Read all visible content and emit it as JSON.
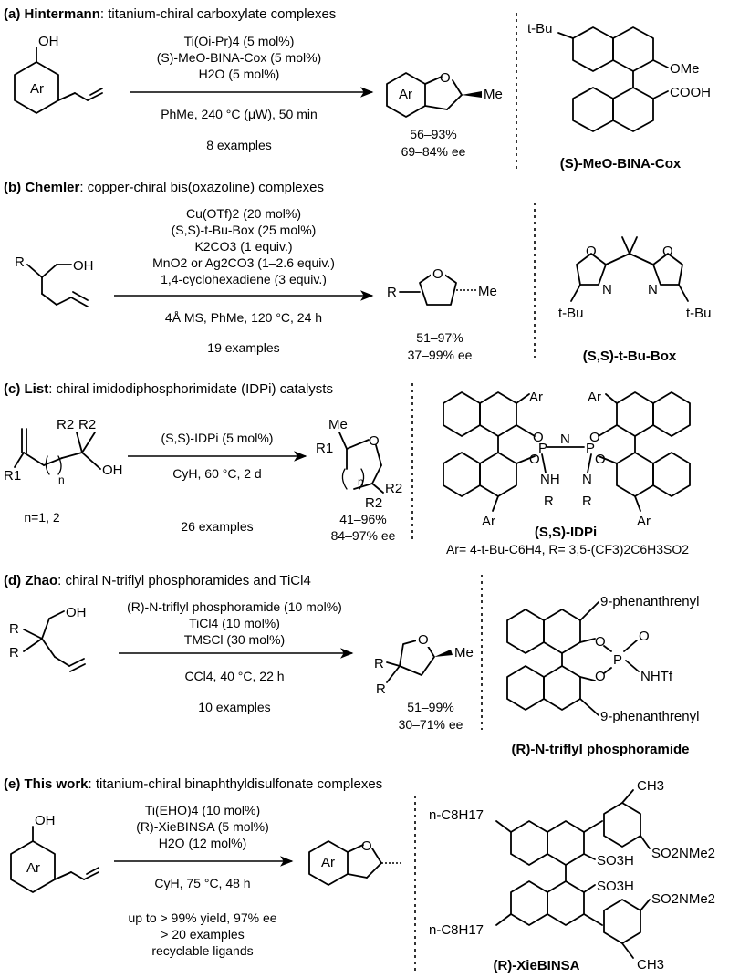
{
  "sections": {
    "a": {
      "letter": "(a)",
      "author": "Hintermann",
      "subtitle": ": titanium-chiral carboxylate complexes",
      "cond1": "Ti(Oi-Pr)4 (5 mol%)",
      "cond2": "(S)-MeO-BINA-Cox (5 mol%)",
      "cond3": "H2O (5 mol%)",
      "cond4": "PhMe, 240 °C (μW), 50 min",
      "examples": "8 examples",
      "yield": "56–93%",
      "ee": "69–84% ee",
      "sm_ar": "Ar",
      "sm_oh": "OH",
      "pd_ar": "Ar",
      "pd_o": "O",
      "pd_me": "Me",
      "cat_tbu": "t-Bu",
      "cat_ome": "OMe",
      "cat_cooh": "COOH",
      "cat_name": "(S)-MeO-BINA-Cox"
    },
    "b": {
      "letter": "(b)",
      "author": "Chemler",
      "subtitle": ": copper-chiral bis(oxazoline) complexes",
      "cond1": "Cu(OTf)2 (20 mol%)",
      "cond2": "(S,S)-t-Bu-Box (25 mol%)",
      "cond3": "K2CO3 (1 equiv.)",
      "cond4": "MnO2 or Ag2CO3 (1–2.6 equiv.)",
      "cond5": "1,4-cyclohexadiene (3 equiv.)",
      "cond6": "4Å MS, PhMe, 120 °C, 24 h",
      "examples": "19 examples",
      "yield": "51–97%",
      "ee": "37–99% ee",
      "sm_r": "R",
      "sm_oh": "OH",
      "pd_r": "R",
      "pd_o": "O",
      "pd_me": "Me",
      "cat_o1": "O",
      "cat_o2": "O",
      "cat_n1": "N",
      "cat_n2": "N",
      "cat_tbu1": "t-Bu",
      "cat_tbu2": "t-Bu",
      "cat_name": "(S,S)-t-Bu-Box"
    },
    "c": {
      "letter": "(c)",
      "author": "List",
      "subtitle": ": chiral imidodiphosphorimidate (IDPi) catalysts",
      "cond1": "(S,S)-IDPi (5 mol%)",
      "cond2": "CyH, 60 °C, 2 d",
      "examples": "26 examples",
      "n_note": "n=1, 2",
      "yield": "41–96%",
      "ee": "84–97% ee",
      "sm_r1": "R1",
      "sm_r2a": "R2",
      "sm_r2b": "R2",
      "sm_n": "n",
      "sm_oh": "OH",
      "pd_me": "Me",
      "pd_r1": "R1",
      "pd_o": "O",
      "pd_n": "n",
      "pd_r2a": "R2",
      "pd_r2b": "R2",
      "cat_ar1": "Ar",
      "cat_ar2": "Ar",
      "cat_ar3": "Ar",
      "cat_ar4": "Ar",
      "cat_o1": "O",
      "cat_o2": "O",
      "cat_o3": "O",
      "cat_o4": "O",
      "cat_p1": "P",
      "cat_p2": "P",
      "cat_n": "N",
      "cat_nh": "NH",
      "cat_n2": "N",
      "cat_r1": "R",
      "cat_r2": "R",
      "cat_name": "(S,S)-IDPi",
      "cat_def": "Ar= 4-t-Bu-C6H4, R= 3,5-(CF3)2C6H3SO2"
    },
    "d": {
      "letter": "(d)",
      "author": "Zhao",
      "subtitle": ": chiral N-triflyl phosphoramides and TiCl4",
      "cond1": "(R)-N-triflyl phosphoramide (10 mol%)",
      "cond2": "TiCl4 (10 mol%)",
      "cond3": "TMSCl (30 mol%)",
      "cond4": "CCl4, 40 °C, 22 h",
      "examples": "10 examples",
      "yield": "51–99%",
      "ee": "30–71% ee",
      "sm_r1": "R",
      "sm_r2": "R",
      "sm_oh": "OH",
      "pd_r1": "R",
      "pd_r2": "R",
      "pd_o": "O",
      "pd_me": "Me",
      "cat_phen1": "9-phenanthrenyl",
      "cat_phen2": "9-phenanthrenyl",
      "cat_o1": "O",
      "cat_o2": "O",
      "cat_o3": "O",
      "cat_p": "P",
      "cat_nhtf": "NHTf",
      "cat_name": "(R)-N-triflyl phosphoramide"
    },
    "e": {
      "letter": "(e)",
      "author": "This work",
      "subtitle": ": titanium-chiral binaphthyldisulfonate complexes",
      "cond1": "Ti(EHO)4 (10 mol%)",
      "cond2": "(R)-XieBINSA (5 mol%)",
      "cond3": "H2O (12 mol%)",
      "cond4": "CyH, 75 °C, 48 h",
      "note1": "up to > 99% yield, 97% ee",
      "note2": "> 20 examples",
      "note3": "recyclable ligands",
      "sm_ar": "Ar",
      "sm_oh": "OH",
      "pd_ar": "Ar",
      "pd_o": "O",
      "cat_c8a": "n-C8H17",
      "cat_c8b": "n-C8H17",
      "cat_ch3a": "CH3",
      "cat_ch3b": "CH3",
      "cat_so2a": "SO2NMe2",
      "cat_so2b": "SO2NMe2",
      "cat_so3a": "SO3H",
      "cat_so3b": "SO3H",
      "cat_name": "(R)-XieBINSA"
    }
  }
}
